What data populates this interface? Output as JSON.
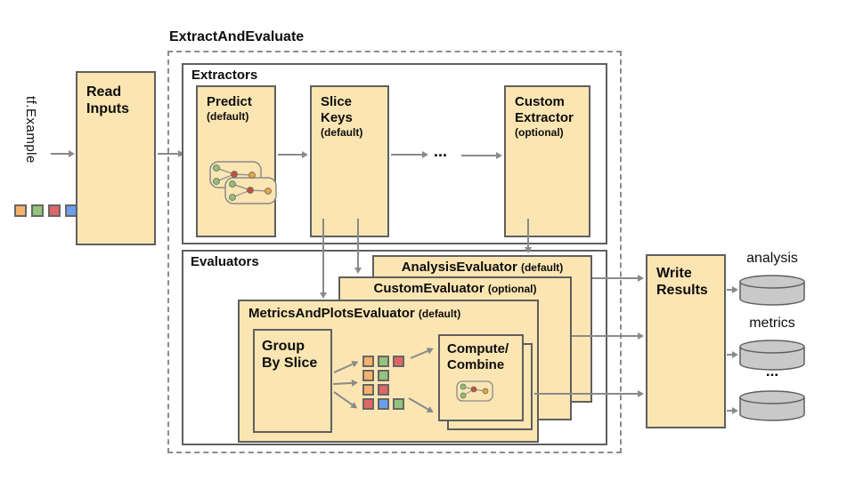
{
  "labels": {
    "input": "tf.Example",
    "pipeline_title": "ExtractAndEvaluate",
    "extractors_group": "Extractors",
    "evaluators_group": "Evaluators",
    "extractors_ellipsis": "...",
    "outputs_ellipsis": "..."
  },
  "boxes": {
    "read_inputs": {
      "name": "Read Inputs"
    },
    "predict": {
      "name": "Predict",
      "qualifier": "(default)"
    },
    "slice_keys": {
      "name": "Slice Keys",
      "qualifier": "(default)"
    },
    "custom_extractor": {
      "name": "Custom Extractor",
      "qualifier": "(optional)"
    },
    "analysis_evaluator": {
      "name": "AnalysisEvaluator",
      "qualifier": "(default)"
    },
    "custom_evaluator": {
      "name": "CustomEvaluator",
      "qualifier": "(optional)"
    },
    "metrics_evaluator": {
      "name": "MetricsAndPlotsEvaluator",
      "qualifier": "(default)"
    },
    "group_by_slice": {
      "name": "Group By Slice"
    },
    "compute_combine": {
      "name": "Compute/\nCombine"
    },
    "write_results": {
      "name": "Write Results"
    }
  },
  "outputs": {
    "first": "analysis",
    "second": "metrics"
  },
  "icons": {
    "predict": "model-graph-icon",
    "compute": "combine-graph-icon",
    "output": "database-cylinder"
  },
  "colors": {
    "orange": "#F6B26B",
    "green": "#93C47D",
    "red": "#E06666",
    "blue": "#6D9EEB",
    "box_fill": "#FBE5B2",
    "cylinder": "#C9C9C9",
    "border": "#5F5F5F",
    "arrow": "#8A8A8A"
  },
  "input_squares": [
    [
      "orange",
      "green",
      "red",
      "blue"
    ]
  ],
  "slice_squares": [
    [
      "orange",
      "green",
      "red"
    ],
    [
      "orange",
      "green"
    ],
    [
      "orange",
      "red"
    ],
    [
      "red",
      "blue",
      "green"
    ]
  ]
}
